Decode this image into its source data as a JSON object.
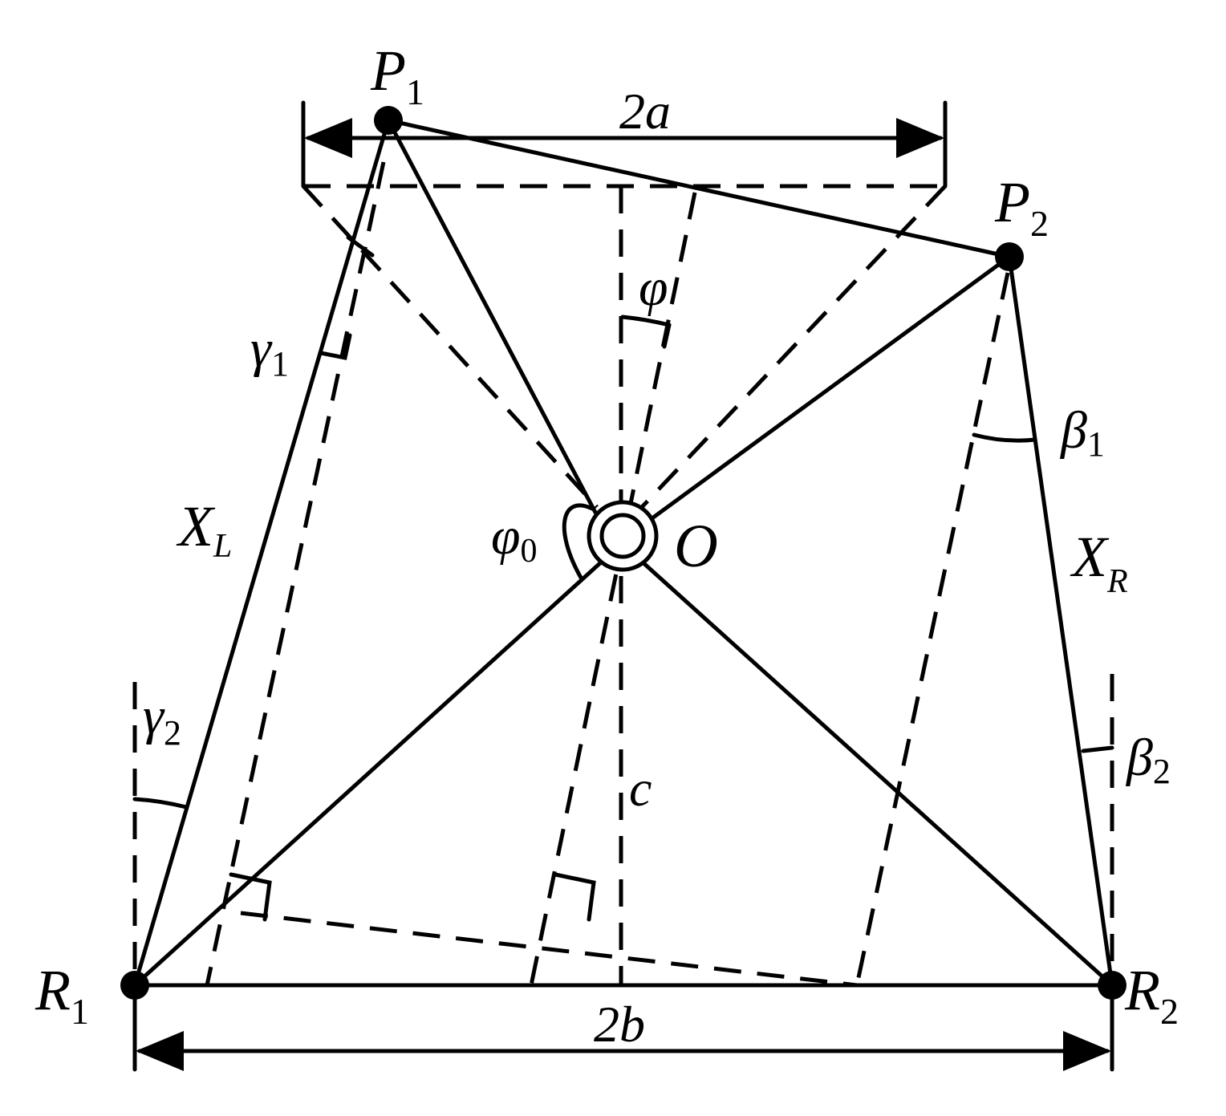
{
  "labels": {
    "P1": {
      "main": "P",
      "sub": "1"
    },
    "P2": {
      "main": "P",
      "sub": "2"
    },
    "R1": {
      "main": "R",
      "sub": "1"
    },
    "R2": {
      "main": "R",
      "sub": "2"
    },
    "O": {
      "main": "O"
    },
    "two_a": {
      "main": "2a"
    },
    "two_b": {
      "main": "2b"
    },
    "c": {
      "main": "c"
    },
    "phi": {
      "main": "φ"
    },
    "phi0": {
      "main": "φ",
      "sub": "0"
    },
    "gamma1": {
      "main": "γ",
      "sub": "1"
    },
    "gamma2": {
      "main": "γ",
      "sub": "2"
    },
    "beta1": {
      "main": "β",
      "sub": "1"
    },
    "beta2": {
      "main": "β",
      "sub": "2"
    },
    "XL": {
      "main": "X",
      "sub": "L"
    },
    "XR": {
      "main": "X",
      "sub": "R"
    }
  },
  "colors": {
    "stroke": "#000000",
    "background": "#ffffff"
  }
}
